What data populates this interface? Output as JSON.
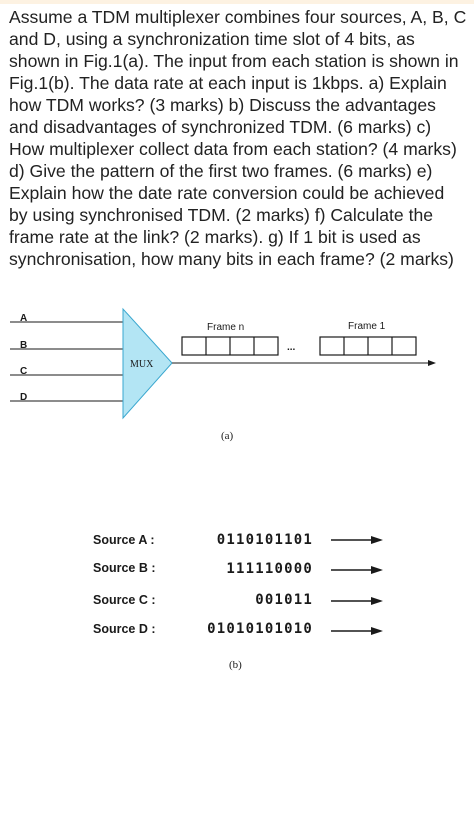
{
  "question": "Assume a TDM multiplexer combines four sources, A, B, C and D, using a synchronization time slot of 4 bits, as shown in Fig.1(a). The input from each station is shown in Fig.1(b). The data rate at each input is 1kbps. a) Explain how TDM works? (3 marks) b) Discuss the advantages and disadvantages of synchronized TDM. (6 marks) c) How multiplexer collect data from each station? (4 marks) d) Give the pattern of the first two frames. (6 marks) e) Explain how the date rate conversion could be achieved by using synchronised TDM. (2 marks) f) Calculate the frame rate at the link? (2 marks). g) If 1 bit is used as synchronisation, how many bits in each frame? (2 marks)",
  "fig_a": {
    "inputs": [
      "A",
      "B",
      "C",
      "D"
    ],
    "mux_label": "MUX",
    "frame_n_label": "Frame n",
    "frame_1_label": "Frame 1",
    "ellipsis": "...",
    "caption": "(a)"
  },
  "fig_b": {
    "sources": [
      {
        "name": "Source A :",
        "bits": "0110101101"
      },
      {
        "name": "Source B :",
        "bits": "111110000"
      },
      {
        "name": "Source C :",
        "bits": "001011"
      },
      {
        "name": "Source D :",
        "bits": "01010101010"
      }
    ],
    "caption": "(b)"
  },
  "colors": {
    "mux_fill": "#b3e5f4",
    "mux_stroke": "#3aa7cf",
    "line": "#1a1a1a"
  }
}
